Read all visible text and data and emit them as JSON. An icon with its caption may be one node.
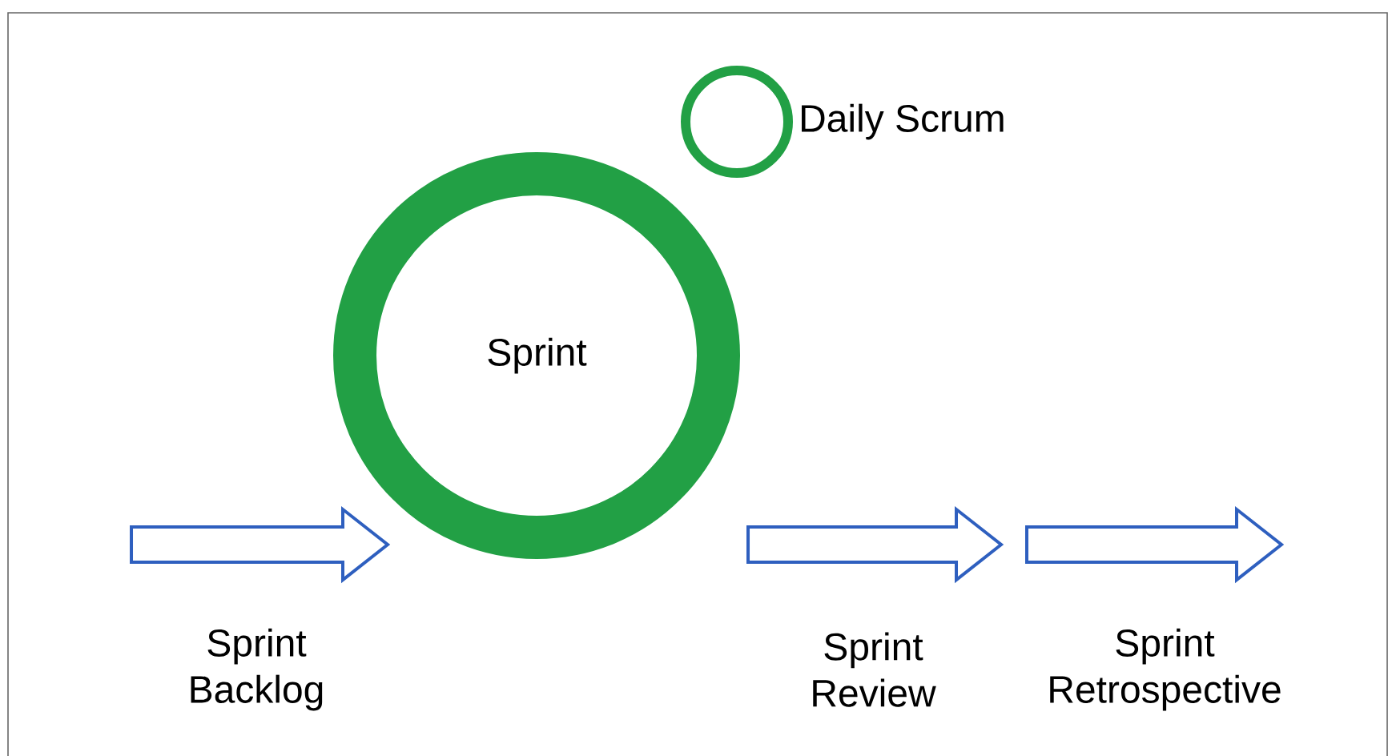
{
  "diagram": {
    "nodes": [
      {
        "text": [
          "Sprint Backlog"
        ]
      },
      {
        "text": [
          "Sprint"
        ]
      },
      {
        "text": [
          "Daily Scrum"
        ]
      },
      {
        "text": [
          "Sprint Review"
        ]
      },
      {
        "text": [
          "Sprint Retrospective"
        ]
      }
    ],
    "edges": [
      {
        "from": null,
        "to": 1,
        "arrow": "to"
      },
      {
        "from": 1,
        "to": 3,
        "arrow": "to"
      },
      {
        "from": 3,
        "to": 4,
        "arrow": "to"
      }
    ]
  }
}
